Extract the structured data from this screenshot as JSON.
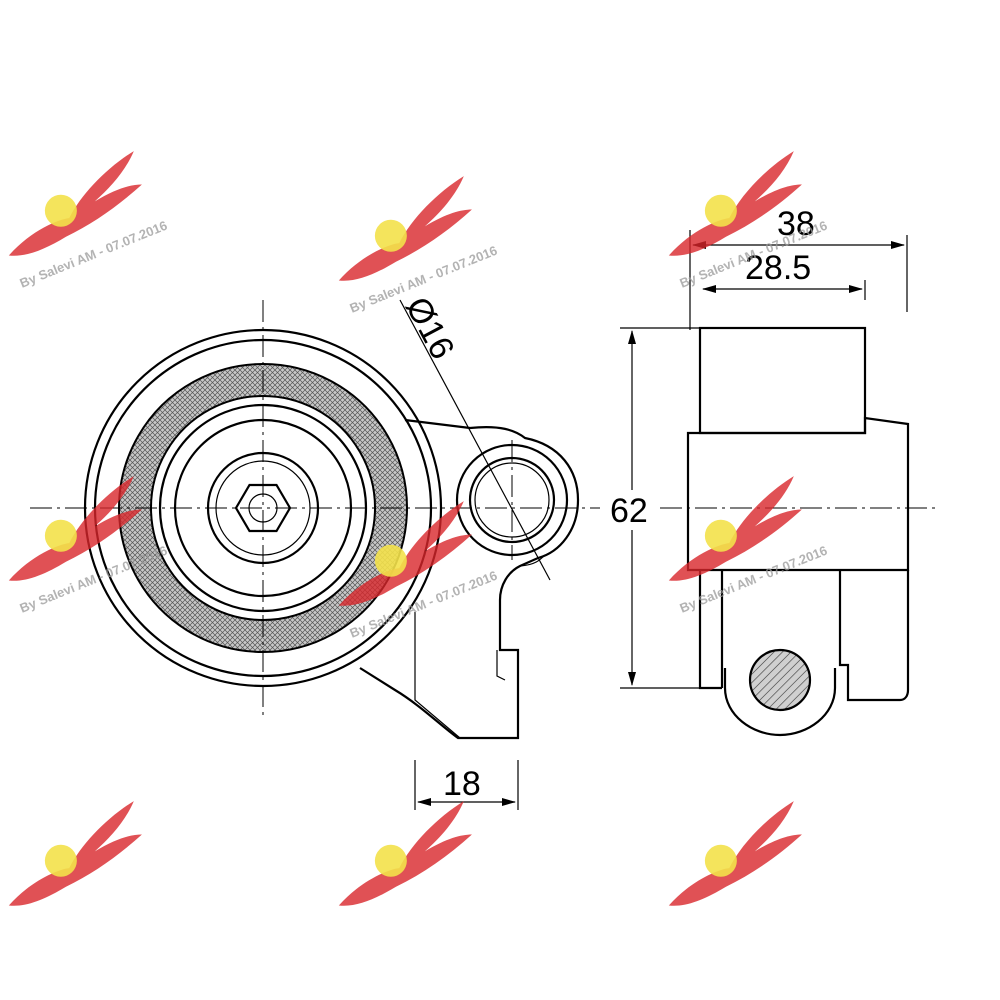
{
  "dimensions": {
    "width_top": "38",
    "width_inner": "28.5",
    "height": "62",
    "bracket_width": "18",
    "bolt_diameter": "Ø16"
  },
  "watermark": {
    "text": "By Salevi AM - 07.07.2016",
    "colors": {
      "wing": "#d8262b",
      "sun": "#f3e14a",
      "text": "#9a9a9a"
    }
  }
}
